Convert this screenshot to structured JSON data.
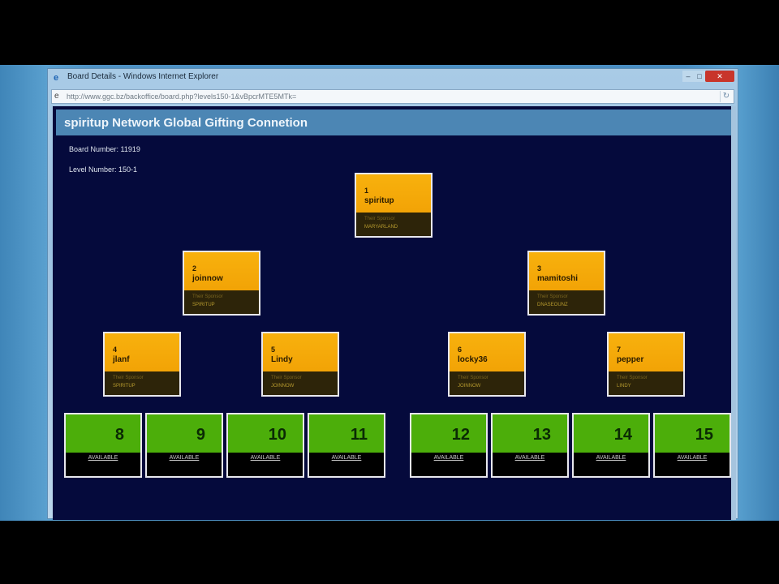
{
  "window": {
    "title": "Board Details - Windows Internet Explorer",
    "url": "http://www.ggc.bz/backoffice/board.php?levels150-1&vBpcrMTE5MTk=",
    "min_label": "–",
    "max_label": "□",
    "close_label": "✕"
  },
  "header": {
    "title": "spiritup Network Global Gifting Connetion"
  },
  "info": {
    "board_number": "Board Number: 11919",
    "level_number": "Level Number: 150-1"
  },
  "nodes": [
    {
      "number": "1",
      "name": "spiritup",
      "sponsor_label": "Their Sponsor",
      "sponsor": "MARYARLAND"
    },
    {
      "number": "2",
      "name": "joinnow",
      "sponsor_label": "Their Sponsor",
      "sponsor": "SPIRITUP"
    },
    {
      "number": "3",
      "name": "mamitoshi",
      "sponsor_label": "Their Sponsor",
      "sponsor": "DNASEOUNZ"
    },
    {
      "number": "4",
      "name": "jlanf",
      "sponsor_label": "Their Sponsor",
      "sponsor": "SPIRITUP"
    },
    {
      "number": "5",
      "name": "Lindy",
      "sponsor_label": "Their Sponsor",
      "sponsor": "JOINNOW"
    },
    {
      "number": "6",
      "name": "locky36",
      "sponsor_label": "Their Sponsor",
      "sponsor": "JOINNOW"
    },
    {
      "number": "7",
      "name": "pepper",
      "sponsor_label": "Their Sponsor",
      "sponsor": "LINDY"
    }
  ],
  "slots": [
    {
      "number": "8",
      "status": "AVAILABLE"
    },
    {
      "number": "9",
      "status": "AVAILABLE"
    },
    {
      "number": "10",
      "status": "AVAILABLE"
    },
    {
      "number": "11",
      "status": "AVAILABLE"
    },
    {
      "number": "12",
      "status": "AVAILABLE"
    },
    {
      "number": "13",
      "status": "AVAILABLE"
    },
    {
      "number": "14",
      "status": "AVAILABLE"
    },
    {
      "number": "15",
      "status": "AVAILABLE"
    }
  ],
  "colors": {
    "background": "#050a3c",
    "header": "#4c86b4",
    "filled_node": "#f4a908",
    "available_slot": "#4cae0a"
  }
}
